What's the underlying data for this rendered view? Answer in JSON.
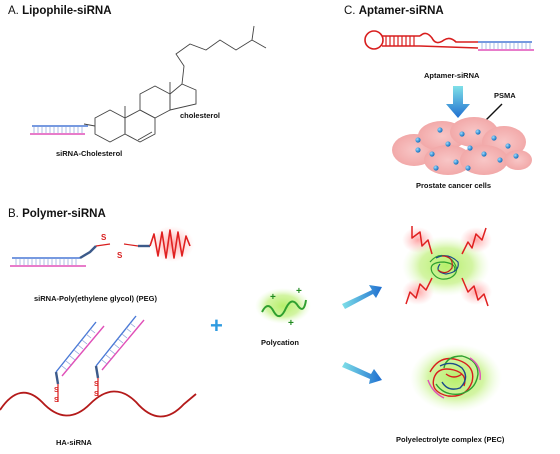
{
  "panels": {
    "a": {
      "letter": "A.",
      "title": "Lipophile-siRNA",
      "label_cholesterol": "cholesterol",
      "label_conjugate": "siRNA-Cholesterol"
    },
    "b": {
      "letter": "B.",
      "title": "Polymer-siRNA",
      "label_peg": "siRNA-Poly(ethylene glycol) (PEG)",
      "label_ha": "HA-siRNA",
      "label_polycation": "Polycation",
      "label_pec": "Polyelectrolyte complex (PEC)",
      "disulfide": "S"
    },
    "c": {
      "letter": "C.",
      "title": "Aptamer-siRNA",
      "label_aptamer": "Aptamer-siRNA",
      "label_psma": "PSMA",
      "label_cells": "Prostate cancer  cells"
    }
  },
  "symbols": {
    "plus": "+",
    "charge": "+"
  },
  "colors": {
    "sense_strand": "#4a79d6",
    "antisense_strand": "#e050b8",
    "aptamer": "#d81e1e",
    "peg": "#e02020",
    "polycation": "#2fa02f",
    "linker": "#3c5a8a",
    "arrow": "#2f8fd8",
    "cell": "#f6b7b7",
    "receptor": "#2e8fd2"
  }
}
